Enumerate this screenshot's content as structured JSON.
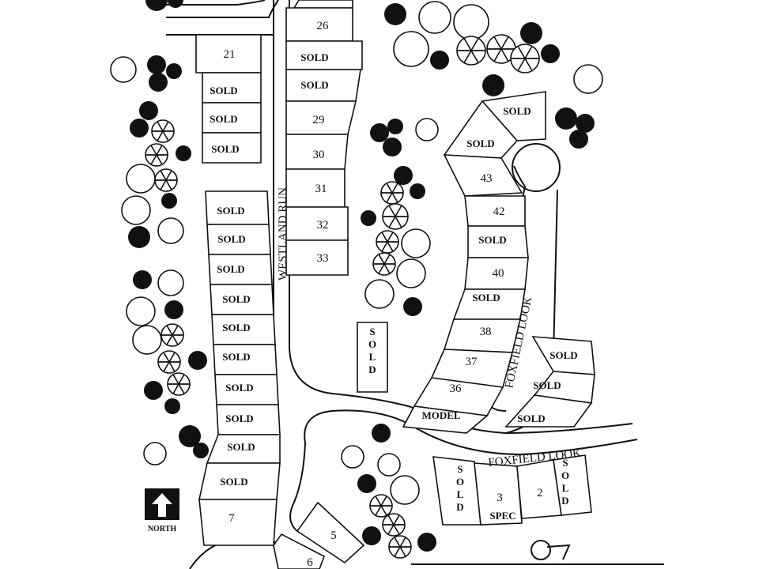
{
  "colors": {
    "ink": "#111111",
    "paper": "#ffffff",
    "highlight": "#f07aa8"
  },
  "streets": {
    "westland_run": "WESTLAND RUN",
    "foxfield_look_curve": "FOXFIELD LOOK",
    "foxfield_look_main": "FOXFIELD LOOK"
  },
  "north_label": "NORTH",
  "lots": [
    {
      "id": "hl-top",
      "label": "",
      "status": "available"
    },
    {
      "id": "l26",
      "label": "26",
      "status": "available"
    },
    {
      "id": "l27",
      "label": "SOLD",
      "status": "sold"
    },
    {
      "id": "l28",
      "label": "SOLD",
      "status": "sold"
    },
    {
      "id": "l29",
      "label": "29",
      "status": "available"
    },
    {
      "id": "l30",
      "label": "30",
      "status": "available"
    },
    {
      "id": "l31",
      "label": "31",
      "status": "available"
    },
    {
      "id": "l32",
      "label": "32",
      "status": "available"
    },
    {
      "id": "l33",
      "label": "33",
      "status": "available"
    },
    {
      "id": "l21",
      "label": "21",
      "status": "available"
    },
    {
      "id": "l20",
      "label": "SOLD",
      "status": "sold"
    },
    {
      "id": "l19",
      "label": "SOLD",
      "status": "sold"
    },
    {
      "id": "l18",
      "label": "SOLD",
      "status": "sold"
    },
    {
      "id": "l17",
      "label": "SOLD",
      "status": "sold"
    },
    {
      "id": "l16",
      "label": "SOLD",
      "status": "sold"
    },
    {
      "id": "l15",
      "label": "SOLD",
      "status": "sold"
    },
    {
      "id": "l14",
      "label": "SOLD",
      "status": "sold"
    },
    {
      "id": "l13",
      "label": "SOLD",
      "status": "sold"
    },
    {
      "id": "l12",
      "label": "SOLD",
      "status": "sold"
    },
    {
      "id": "l11",
      "label": "SOLD",
      "status": "sold"
    },
    {
      "id": "l10",
      "label": "SOLD",
      "status": "sold"
    },
    {
      "id": "l9",
      "label": "SOLD",
      "status": "sold"
    },
    {
      "id": "l8",
      "label": "SOLD",
      "status": "sold"
    },
    {
      "id": "l7",
      "label": "7",
      "status": "available"
    },
    {
      "id": "l6",
      "label": "6",
      "status": "available"
    },
    {
      "id": "l5",
      "label": "5",
      "status": "available"
    },
    {
      "id": "l34",
      "label": "SOLD",
      "status": "sold"
    },
    {
      "id": "l45",
      "label": "SOLD",
      "status": "sold"
    },
    {
      "id": "l44",
      "label": "SOLD",
      "status": "sold"
    },
    {
      "id": "l43",
      "label": "43",
      "status": "highlighted"
    },
    {
      "id": "l42",
      "label": "42",
      "status": "available"
    },
    {
      "id": "l41",
      "label": "SOLD",
      "status": "sold"
    },
    {
      "id": "l40",
      "label": "40",
      "status": "available"
    },
    {
      "id": "l39",
      "label": "SOLD",
      "status": "sold"
    },
    {
      "id": "l38",
      "label": "38",
      "status": "available"
    },
    {
      "id": "l37",
      "label": "37",
      "status": "available"
    },
    {
      "id": "l36",
      "label": "36",
      "status": "available"
    },
    {
      "id": "l35",
      "label": "MODEL",
      "status": "model"
    },
    {
      "id": "le1",
      "label": "SOLD",
      "status": "sold"
    },
    {
      "id": "le2",
      "label": "SOLD",
      "status": "sold"
    },
    {
      "id": "le3",
      "label": "SOLD",
      "status": "sold"
    },
    {
      "id": "lb4",
      "label": "SOLD",
      "status": "sold"
    },
    {
      "id": "lb3",
      "label": "3",
      "status": "available"
    },
    {
      "id": "lb3s",
      "label": "SPEC",
      "status": "spec"
    },
    {
      "id": "lb2",
      "label": "2",
      "status": "available"
    },
    {
      "id": "lb1",
      "label": "SOLD",
      "status": "sold"
    }
  ]
}
